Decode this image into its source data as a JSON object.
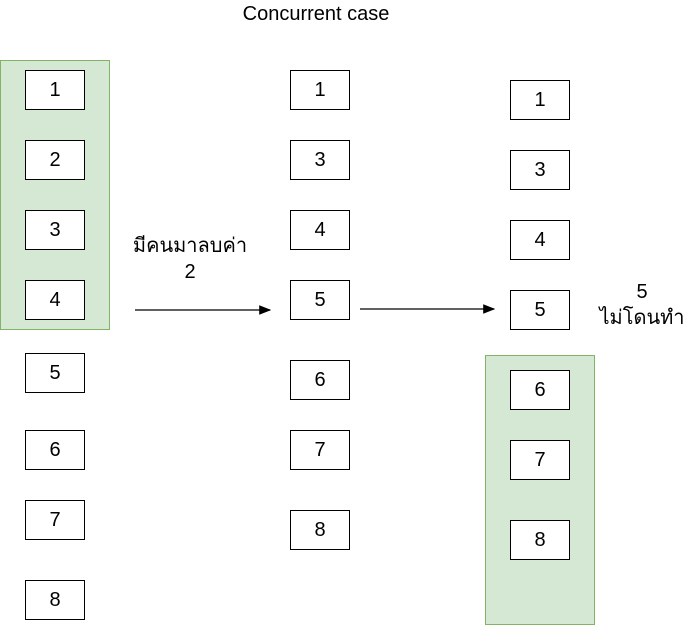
{
  "title": "Concurrent  case",
  "columns": [
    {
      "items": [
        "1",
        "2",
        "3",
        "4",
        "5",
        "6",
        "7",
        "8"
      ]
    },
    {
      "items": [
        "1",
        "3",
        "4",
        "5",
        "6",
        "7",
        "8"
      ]
    },
    {
      "items": [
        "1",
        "3",
        "4",
        "5",
        "6",
        "7",
        "8"
      ]
    }
  ],
  "step1_label": {
    "line1": "มีคนมาลบค่า",
    "line2": "2"
  },
  "step2_label": {
    "line1": "5",
    "line2": "ไม่โดนทำ"
  },
  "colors": {
    "highlight_fill": "#d5e8d4",
    "highlight_border": "#82b366"
  }
}
